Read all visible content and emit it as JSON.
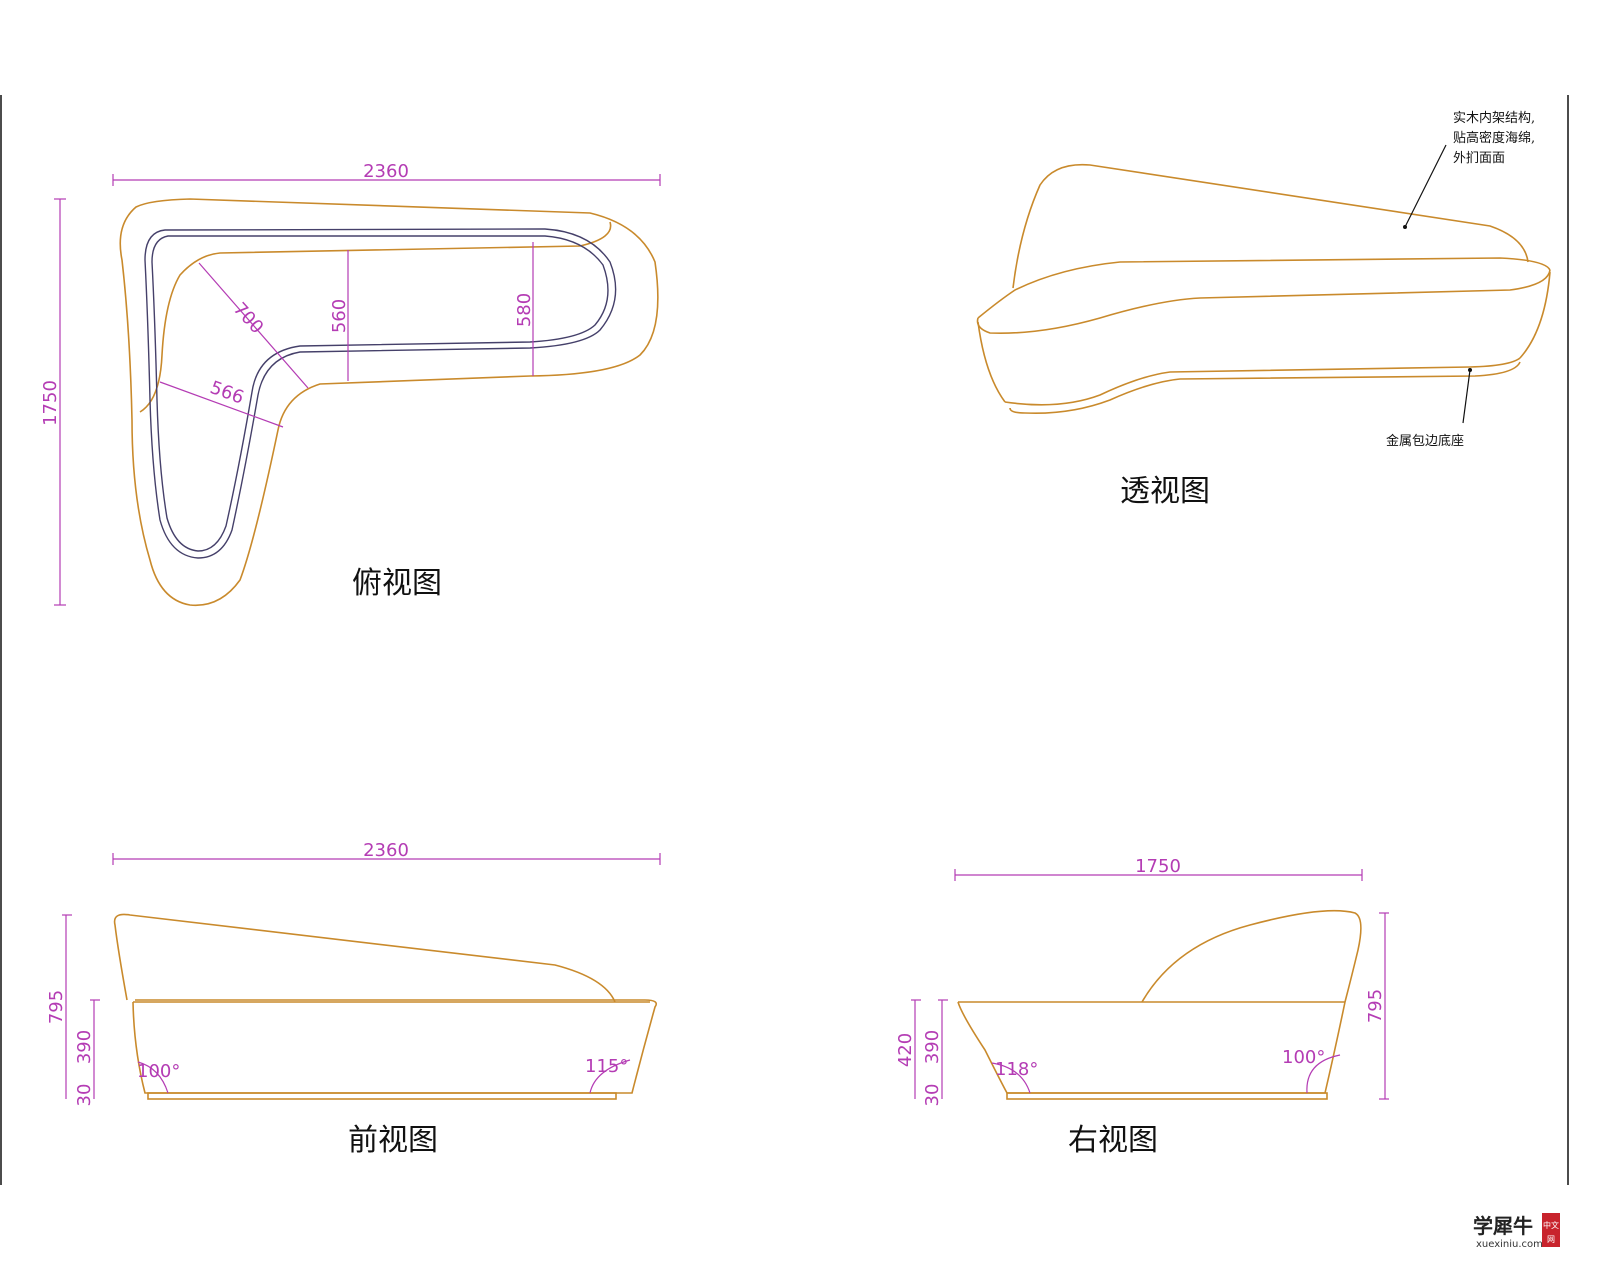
{
  "views": {
    "top": {
      "label": "俯视图"
    },
    "perspective": {
      "label": "透视图"
    },
    "front": {
      "label": "前视图"
    },
    "right": {
      "label": "右视图"
    }
  },
  "dimensions": {
    "top_width": "2360",
    "top_depth": "1750",
    "top_d700": "700",
    "top_d560": "560",
    "top_d580": "580",
    "top_d566": "566",
    "front_width": "2360",
    "front_h795": "795",
    "front_h390": "390",
    "front_h30": "30",
    "front_angle_left": "100°",
    "front_angle_right": "115°",
    "right_width": "1750",
    "right_h795": "795",
    "right_h420": "420",
    "right_h390": "390",
    "right_h30": "30",
    "right_angle_left": "118°",
    "right_angle_right": "100°"
  },
  "notes": {
    "structure_line1": "实木内架结构,",
    "structure_line2": "贴高密度海绵,",
    "structure_line3": "外扪面面",
    "base": "金属包边底座"
  },
  "logo": {
    "name": "学犀牛",
    "site": "xuexiniu.com",
    "tag_line1": "中文",
    "tag_line2": "网"
  },
  "colors": {
    "outline": "#c98a2c",
    "seat": "#45406a",
    "dimension": "#b43cb4",
    "text": "#111111"
  }
}
